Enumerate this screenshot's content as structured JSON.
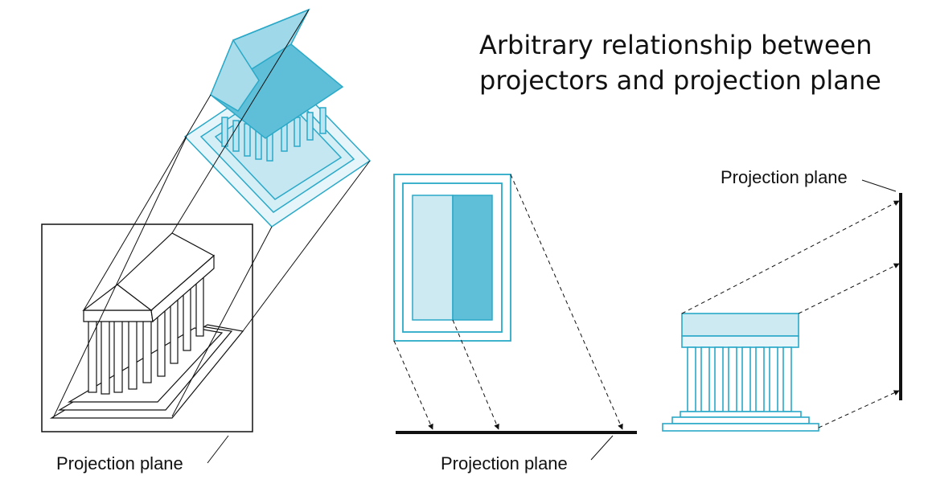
{
  "title": {
    "line1": "Arbitrary relationship between",
    "line2": "projectors and projection plane"
  },
  "captions": {
    "left": "Projection plane",
    "middle": "Projection plane",
    "right": "Projection plane"
  },
  "colors": {
    "cyan_light": "#cdeaf3",
    "cyan_mid": "#9fd8e8",
    "cyan_dark": "#5fbfd8",
    "outline": "#111111",
    "cyan_stroke": "#2aa9c8"
  }
}
